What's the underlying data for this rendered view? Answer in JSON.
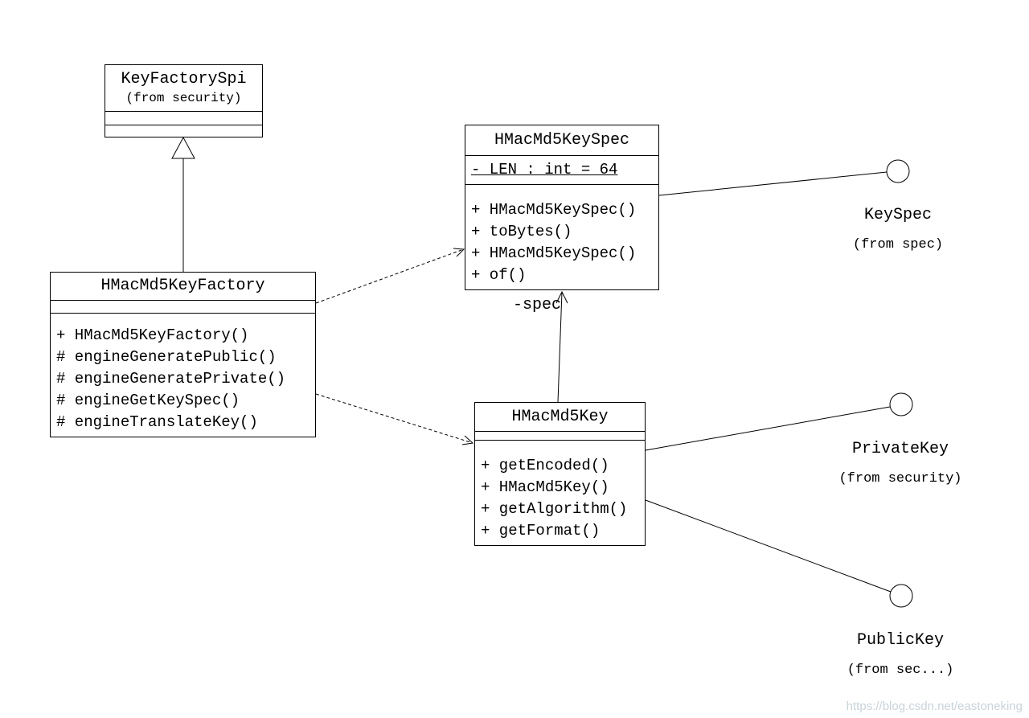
{
  "classes": {
    "keyFactorySpi": {
      "name": "KeyFactorySpi",
      "package": "(from security)"
    },
    "hmacMd5KeyFactory": {
      "name": "HMacMd5KeyFactory",
      "methods": [
        "+ HMacMd5KeyFactory()",
        "# engineGeneratePublic()",
        "# engineGeneratePrivate()",
        "# engineGetKeySpec()",
        "# engineTranslateKey()"
      ]
    },
    "hmacMd5KeySpec": {
      "name": "HMacMd5KeySpec",
      "attributes": [
        "- LEN : int = 64"
      ],
      "methods": [
        "+ HMacMd5KeySpec()",
        "+ toBytes()",
        "+ HMacMd5KeySpec()",
        "+ of()"
      ]
    },
    "hmacMd5Key": {
      "name": "HMacMd5Key",
      "methods": [
        "+ getEncoded()",
        "+ HMacMd5Key()",
        "+ getAlgorithm()",
        "+ getFormat()"
      ]
    }
  },
  "interfaces": {
    "keySpec": {
      "name": "KeySpec",
      "package": "(from spec)"
    },
    "privateKey": {
      "name": "PrivateKey",
      "package": "(from security)"
    },
    "publicKey": {
      "name": "PublicKey",
      "package": "(from sec...)"
    }
  },
  "relationships": {
    "spec_association_label": "-spec"
  },
  "watermark": "https://blog.csdn.net/eastoneking",
  "colors": {
    "line": "#000000",
    "background": "#ffffff",
    "watermark": "#c9d3db"
  }
}
